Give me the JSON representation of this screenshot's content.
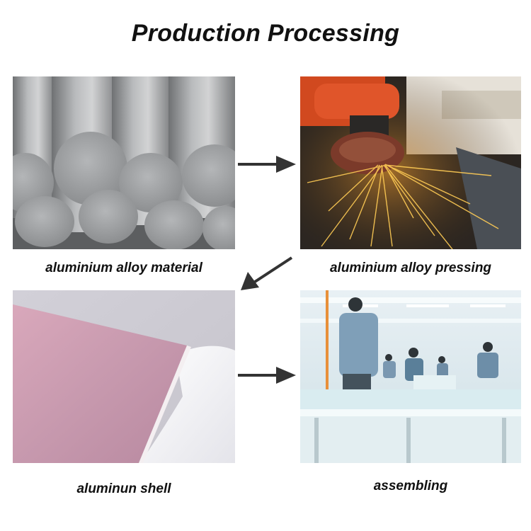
{
  "title": "Production Processing",
  "steps": [
    {
      "label": "aluminium alloy material",
      "image": "aluminium-rods-photo"
    },
    {
      "label": "aluminium alloy pressing",
      "image": "angle-grinder-sparks-photo"
    },
    {
      "label": "aluminun shell",
      "image": "aluminium-panel-photo"
    },
    {
      "label": "assembling",
      "image": "factory-assembly-line-photo"
    }
  ],
  "arrows": [
    "arrow-right",
    "arrow-down-left",
    "arrow-right"
  ]
}
